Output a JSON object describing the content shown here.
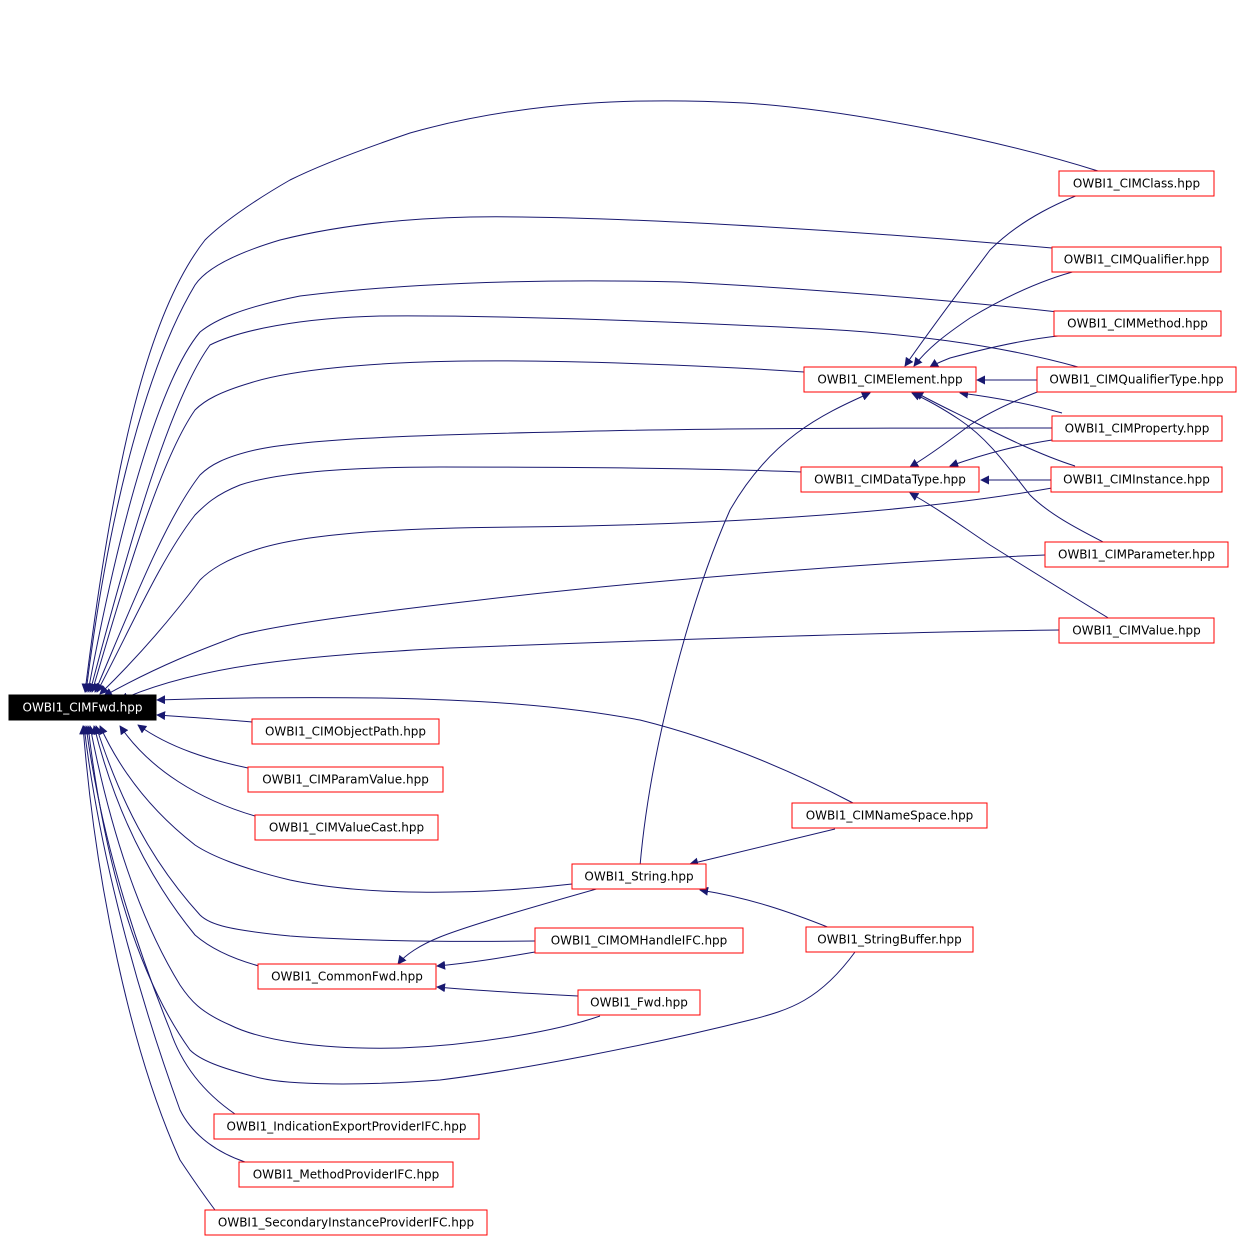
{
  "nodes": {
    "root": "OWBI1_CIMFwd.hpp",
    "cim_class": "OWBI1_CIMClass.hpp",
    "cim_qualifier": "OWBI1_CIMQualifier.hpp",
    "cim_method": "OWBI1_CIMMethod.hpp",
    "cim_element": "OWBI1_CIMElement.hpp",
    "cim_qualifier_type": "OWBI1_CIMQualifierType.hpp",
    "cim_property": "OWBI1_CIMProperty.hpp",
    "cim_data_type": "OWBI1_CIMDataType.hpp",
    "cim_instance": "OWBI1_CIMInstance.hpp",
    "cim_parameter": "OWBI1_CIMParameter.hpp",
    "cim_value": "OWBI1_CIMValue.hpp",
    "cim_object_path": "OWBI1_CIMObjectPath.hpp",
    "cim_param_value": "OWBI1_CIMParamValue.hpp",
    "cim_value_cast": "OWBI1_CIMValueCast.hpp",
    "cim_name_space": "OWBI1_CIMNameSpace.hpp",
    "string": "OWBI1_String.hpp",
    "cimom_handle_ifc": "OWBI1_CIMOMHandleIFC.hpp",
    "string_buffer": "OWBI1_StringBuffer.hpp",
    "common_fwd": "OWBI1_CommonFwd.hpp",
    "fwd": "OWBI1_Fwd.hpp",
    "indication_export_provider_ifc": "OWBI1_IndicationExportProviderIFC.hpp",
    "method_provider_ifc": "OWBI1_MethodProviderIFC.hpp",
    "secondary_instance_provider_ifc": "OWBI1_SecondaryInstanceProviderIFC.hpp"
  },
  "colors": {
    "edge": "#191970",
    "node_border": "#ff0000",
    "root_fill": "#000000",
    "root_text": "#ffffff"
  }
}
